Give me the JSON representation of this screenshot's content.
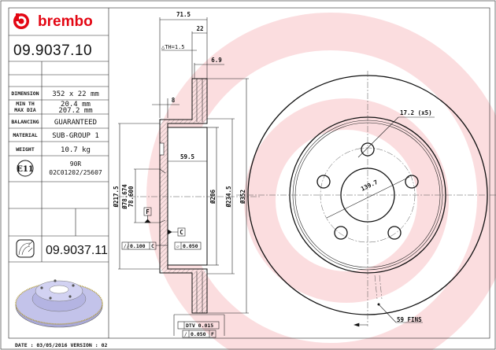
{
  "brand": {
    "name": "brembo",
    "color": "#e30613"
  },
  "part_number": "09.9037.10",
  "alt_part_number": "09.9037.11",
  "specs": [
    {
      "label": "DIMENSION",
      "value": "352 x 22 mm"
    },
    {
      "label": "MIN TH",
      "value": "20.4 mm"
    },
    {
      "label": "MAX DIA",
      "value": "207.2 mm"
    },
    {
      "label": "BALANCING",
      "value": "GUARANTEED"
    },
    {
      "label": "MATERIAL",
      "value": "SUB-GROUP 1"
    },
    {
      "label": "WEIGHT",
      "value": "10.7 kg"
    }
  ],
  "approval": {
    "mark": "E11",
    "code": "90R",
    "number": "02C01202/25607"
  },
  "footer": "DATE : 03/05/2016 VERSION : 02",
  "dimensions": {
    "overall_height": "71.5",
    "thickness": "22",
    "delta_th": "△TH=1.5",
    "groove": "6.9",
    "hat_wall": "8",
    "hat_depth": "59.5",
    "d_217": "Ø217.5",
    "d_bore_max": "Ø78.674",
    "d_bore_min": "78.600",
    "d_206": "Ø206",
    "d_234": "Ø234.5",
    "d_352": "Ø352",
    "datum_f": "F",
    "datum_c": "C",
    "tol_parallel": "0.100",
    "tol_parallel_ref": "C",
    "tol_flat": "0.050",
    "dtv": "DTV 0.015",
    "runout": "0.050",
    "runout_ref": "F",
    "bolt_holes": "17.2 (x5)",
    "pcd": "139.7",
    "fins": "59 FINS"
  },
  "icons": [
    "brembo-logo-icon",
    "e-mark-icon",
    "coated-disc-icon",
    "disc-render-image"
  ]
}
